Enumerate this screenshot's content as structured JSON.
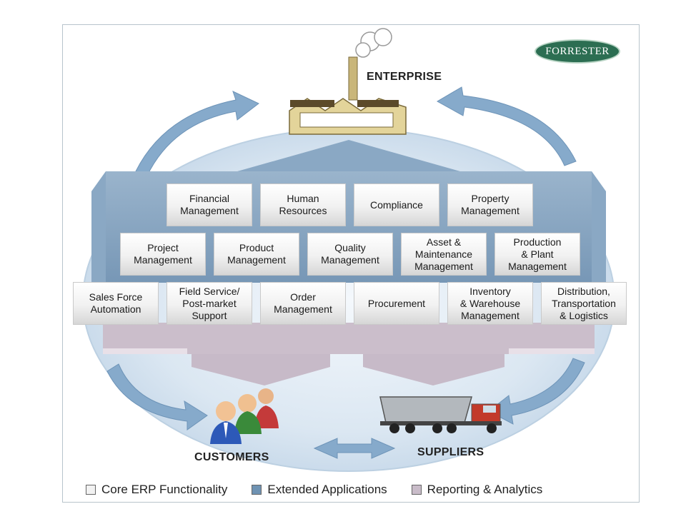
{
  "brand": {
    "logo_text": "FORRESTER"
  },
  "nodes": {
    "enterprise": "ENTERPRISE",
    "customers": "CUSTOMERS",
    "suppliers": "SUPPLIERS"
  },
  "rows": [
    [
      "Financial\nManagement",
      "Human\nResources",
      "Compliance",
      "Property\nManagement"
    ],
    [
      "Project\nManagement",
      "Product\nManagement",
      "Quality\nManagement",
      "Asset &\nMaintenance\nManagement",
      "Production\n& Plant\nManagement"
    ],
    [
      "Sales Force\nAutomation",
      "Field Service/\nPost-market\nSupport",
      "Order\nManagement",
      "Procurement",
      "Inventory\n& Warehouse\nManagement",
      "Distribution,\nTransportation\n& Logistics"
    ]
  ],
  "legend": [
    {
      "label": "Core ERP Functionality",
      "color": "#f2f2f2"
    },
    {
      "label": "Extended Applications",
      "color": "#6f93b3"
    },
    {
      "label": "Reporting & Analytics",
      "color": "#c9bcc9"
    }
  ],
  "colors": {
    "extended": "#7e9fbd",
    "reporting": "#cbbfcc",
    "ellipse": "#d6e4f0",
    "cycle_arrow": "#7fa6c9"
  }
}
